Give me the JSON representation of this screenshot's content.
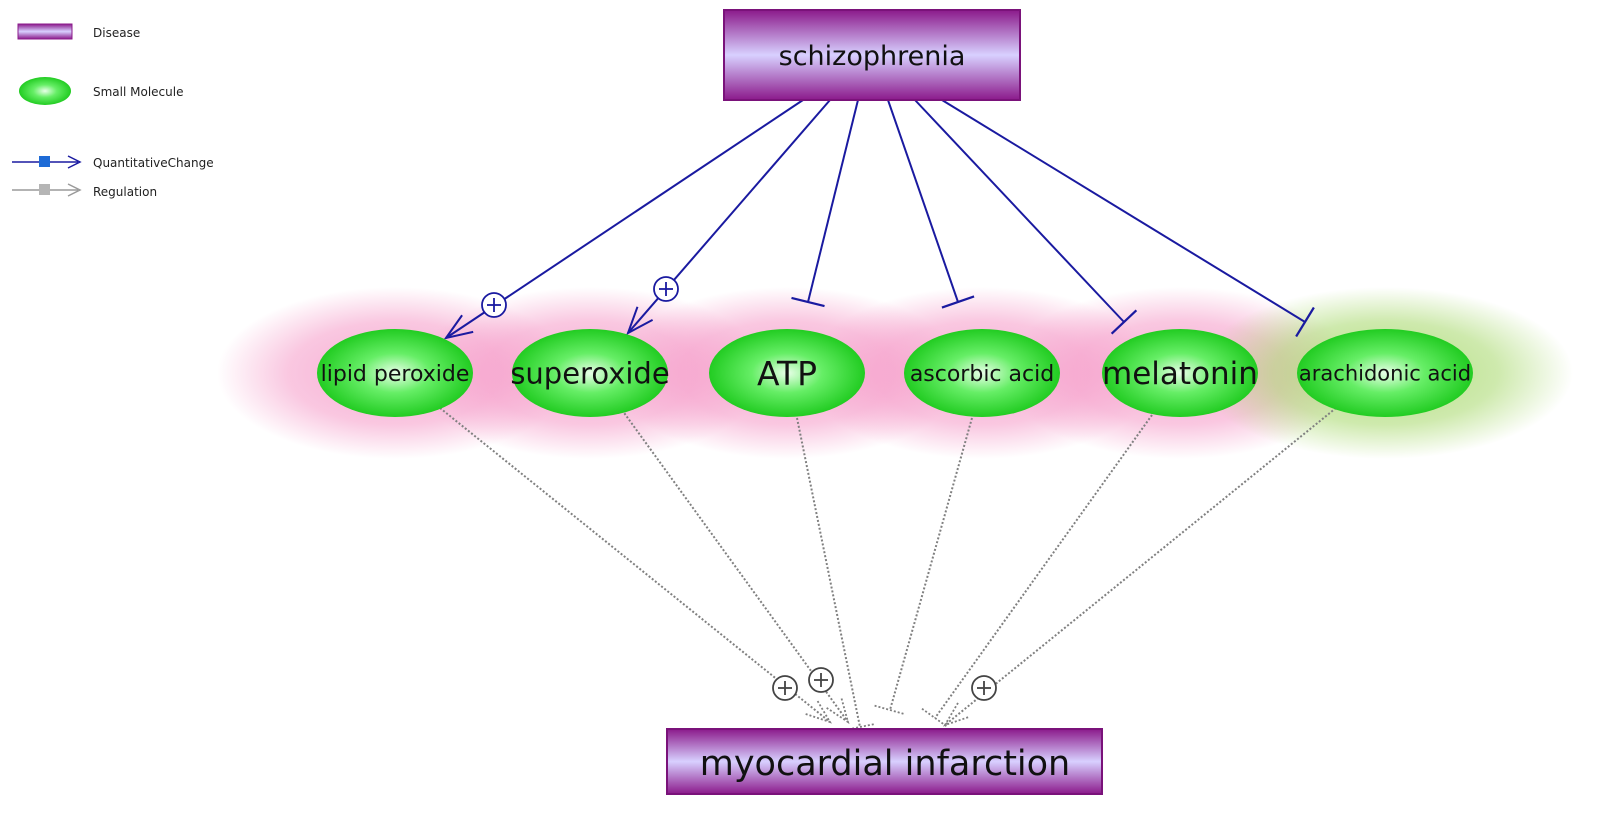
{
  "legend": {
    "disease_label": "Disease",
    "small_molecule_label": "Small Molecule",
    "quantitative_change_label": "QuantitativeChange",
    "regulation_label": "Regulation"
  },
  "nodes": {
    "source": "schizophrenia",
    "target": "myocardial infarction",
    "molecules": [
      {
        "label": "lipid peroxide",
        "halo": "pink",
        "from_source": "positive",
        "to_target": "positive"
      },
      {
        "label": "superoxide",
        "halo": "pink",
        "from_source": "positive",
        "to_target": "positive"
      },
      {
        "label": "ATP",
        "halo": "pink",
        "from_source": "negative",
        "to_target": "negative"
      },
      {
        "label": "ascorbic acid",
        "halo": "pink",
        "from_source": "negative",
        "to_target": "negative"
      },
      {
        "label": "melatonin",
        "halo": "pink",
        "from_source": "negative",
        "to_target": "negative"
      },
      {
        "label": "arachidonic acid",
        "halo": "green",
        "from_source": "negative",
        "to_target": "positive"
      }
    ]
  },
  "colors": {
    "disease_fill_dark": "#8b1a8b",
    "disease_fill_light": "#d8d0ff",
    "molecule_fill": "#22dd22",
    "molecule_center": "#e8ffe8",
    "quantitative_edge": "#1a1aa0",
    "regulation_edge": "#808080",
    "halo_pink": "#f59ac8",
    "halo_green": "#a6d86a"
  }
}
